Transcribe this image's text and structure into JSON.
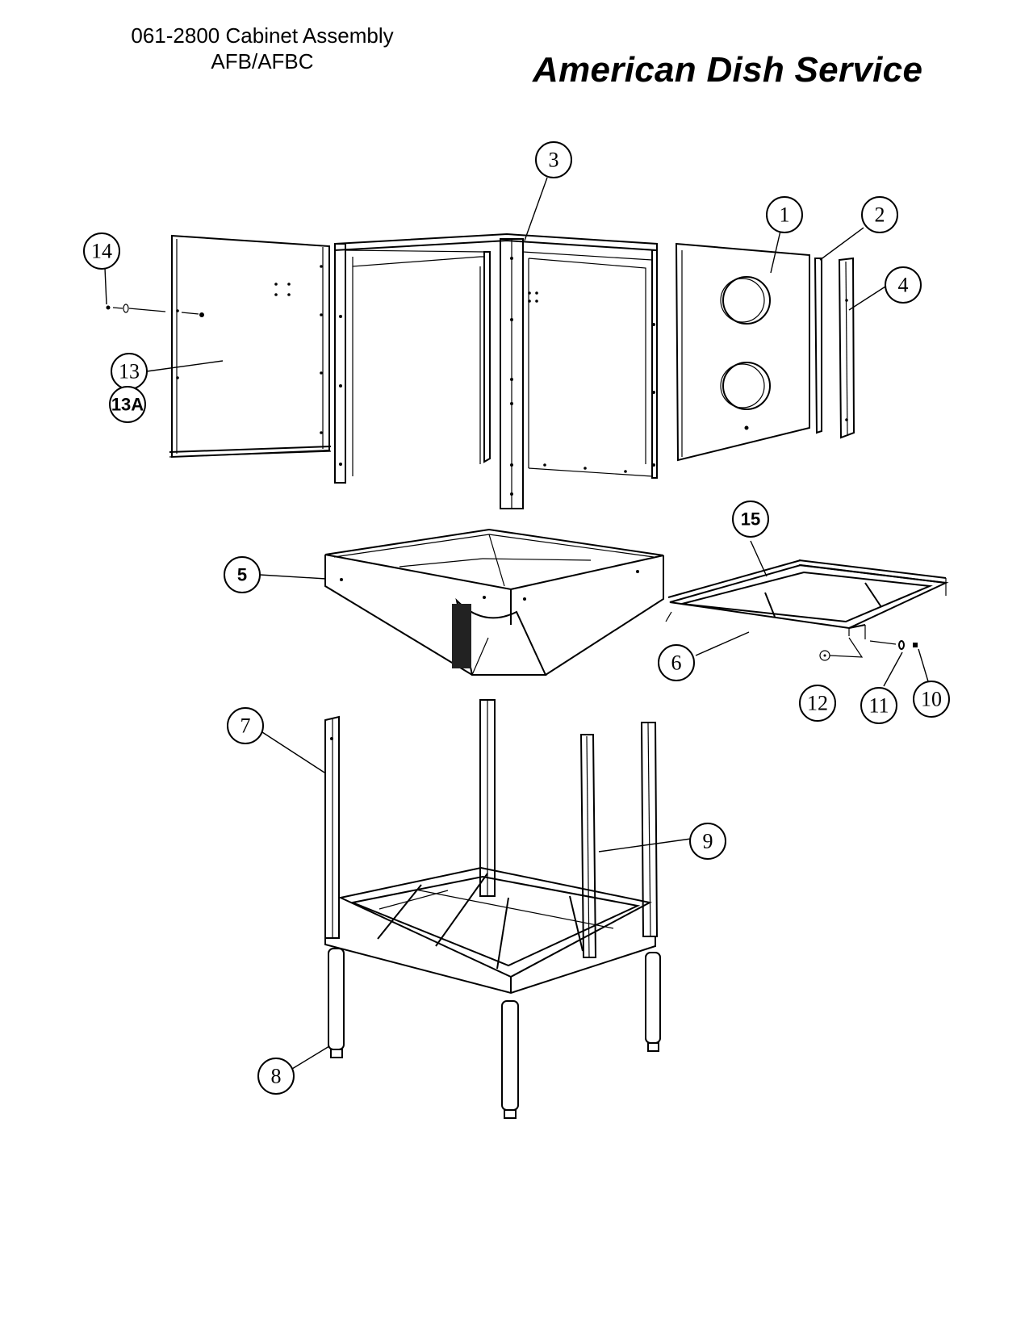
{
  "header": {
    "title_line1": "061-2800 Cabinet Assembly",
    "title_line2": "AFB/AFBC",
    "brand": "American Dish Service"
  },
  "callouts": [
    {
      "id": "c14",
      "label": "14"
    },
    {
      "id": "c13",
      "label": "13"
    },
    {
      "id": "c13a",
      "label": "13A"
    },
    {
      "id": "c3",
      "label": "3"
    },
    {
      "id": "c1",
      "label": "1"
    },
    {
      "id": "c2",
      "label": "2"
    },
    {
      "id": "c4",
      "label": "4"
    },
    {
      "id": "c5",
      "label": "5"
    },
    {
      "id": "c15",
      "label": "15"
    },
    {
      "id": "c6",
      "label": "6"
    },
    {
      "id": "c12",
      "label": "12"
    },
    {
      "id": "c11",
      "label": "11"
    },
    {
      "id": "c10",
      "label": "10"
    },
    {
      "id": "c7",
      "label": "7"
    },
    {
      "id": "c9",
      "label": "9"
    },
    {
      "id": "c8",
      "label": "8"
    }
  ]
}
